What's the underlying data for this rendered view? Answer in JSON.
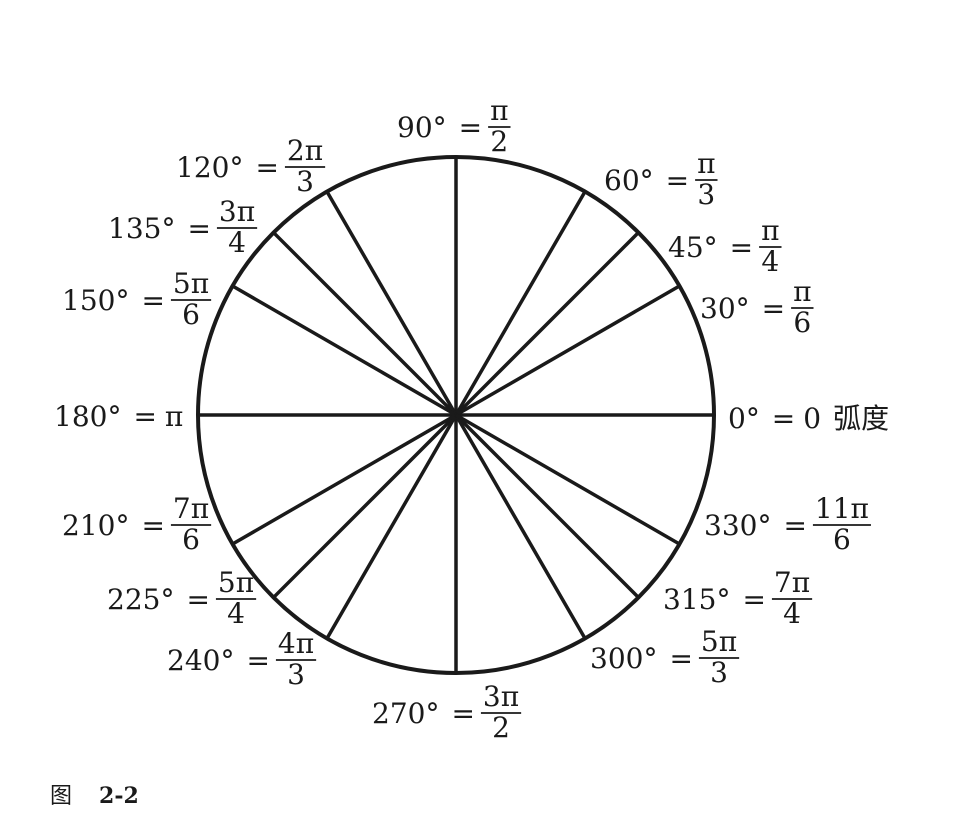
{
  "diagram": {
    "angles": [
      {
        "deg": 0,
        "label": "0°",
        "eq": "=",
        "value": "0",
        "suffix": "弧度"
      },
      {
        "deg": 30,
        "label": "30°",
        "eq": "=",
        "num": "π",
        "den": "6"
      },
      {
        "deg": 45,
        "label": "45°",
        "eq": "=",
        "num": "π",
        "den": "4"
      },
      {
        "deg": 60,
        "label": "60°",
        "eq": "=",
        "num": "π",
        "den": "3"
      },
      {
        "deg": 90,
        "label": "90°",
        "eq": "=",
        "num": "π",
        "den": "2"
      },
      {
        "deg": 120,
        "label": "120°",
        "eq": "=",
        "num": "2π",
        "den": "3"
      },
      {
        "deg": 135,
        "label": "135°",
        "eq": "=",
        "num": "3π",
        "den": "4"
      },
      {
        "deg": 150,
        "label": "150°",
        "eq": "=",
        "num": "5π",
        "den": "6"
      },
      {
        "deg": 180,
        "label": "180°",
        "eq": "=",
        "value": "π"
      },
      {
        "deg": 210,
        "label": "210°",
        "eq": "=",
        "num": "7π",
        "den": "6"
      },
      {
        "deg": 225,
        "label": "225°",
        "eq": "=",
        "num": "5π",
        "den": "4"
      },
      {
        "deg": 240,
        "label": "240°",
        "eq": "=",
        "num": "4π",
        "den": "3"
      },
      {
        "deg": 270,
        "label": "270°",
        "eq": "=",
        "num": "3π",
        "den": "2"
      },
      {
        "deg": 300,
        "label": "300°",
        "eq": "=",
        "num": "5π",
        "den": "3"
      },
      {
        "deg": 315,
        "label": "315°",
        "eq": "=",
        "num": "7π",
        "den": "4"
      },
      {
        "deg": 330,
        "label": "330°",
        "eq": "=",
        "num": "11π",
        "den": "6"
      }
    ]
  },
  "caption": {
    "prefix": "图",
    "number": "2-2"
  }
}
